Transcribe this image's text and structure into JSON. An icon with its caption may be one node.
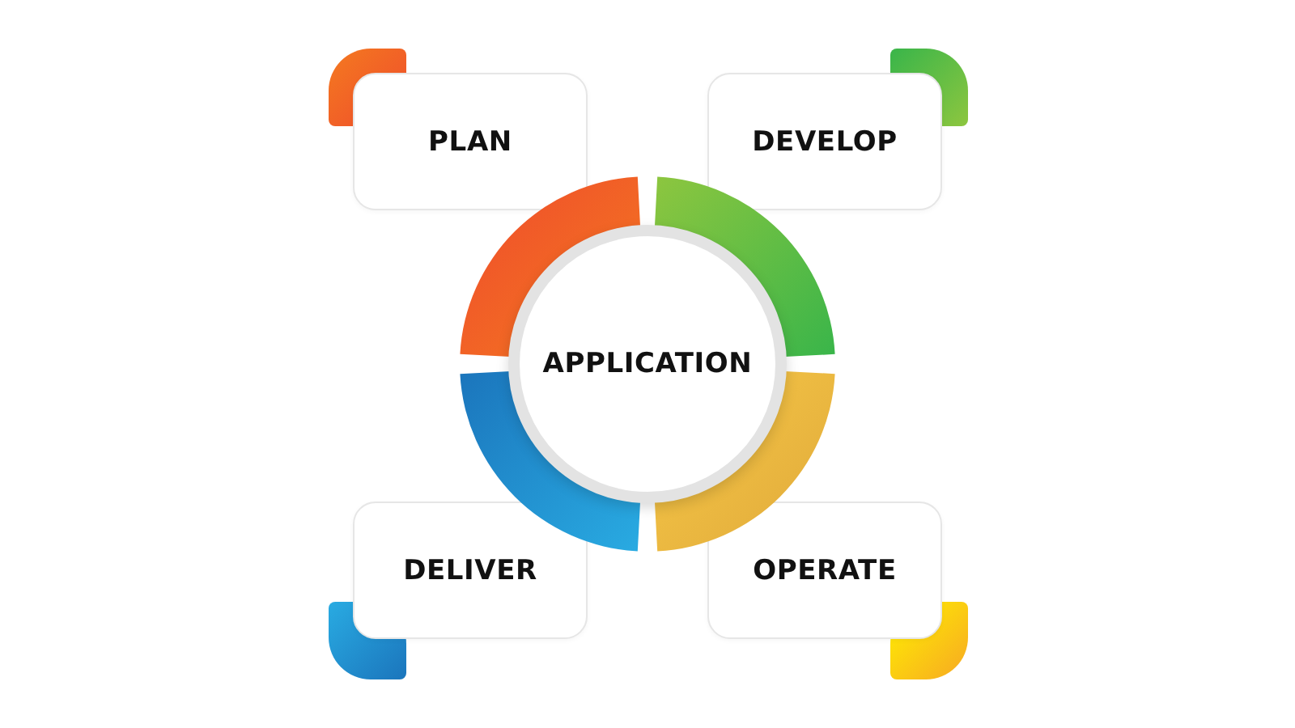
{
  "diagram": {
    "nodes": [
      {
        "text": [
          "PLAN"
        ]
      },
      {
        "text": [
          "DEVELOP"
        ]
      },
      {
        "text": [
          "APPLICATION"
        ]
      },
      {
        "text": [
          "DELIVER"
        ]
      },
      {
        "text": [
          "OPERATE"
        ]
      }
    ]
  }
}
